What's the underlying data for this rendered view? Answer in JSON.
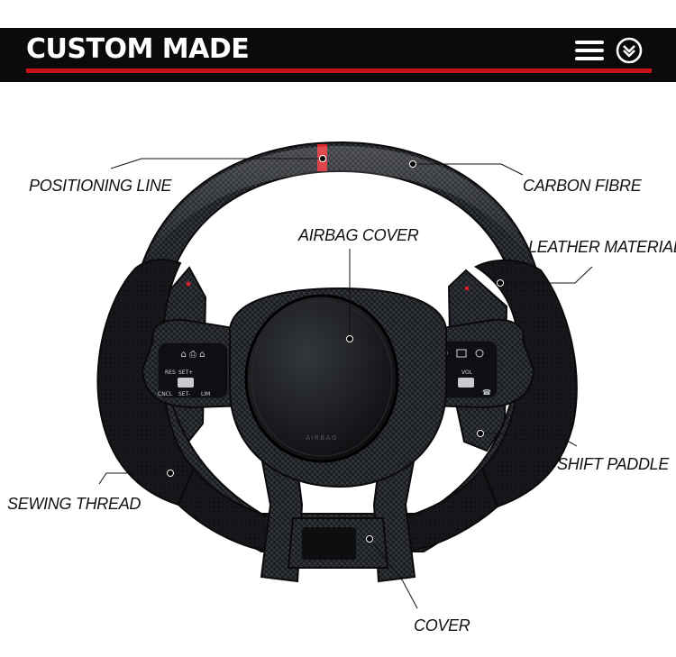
{
  "header": {
    "title": "CUSTOM MADE",
    "accent_color": "#c8101a",
    "icons": [
      "menu-icon",
      "chevron-down-circle-icon"
    ]
  },
  "labels": {
    "positioning_line": "POSITIONING  LINE",
    "carbon_fibre": "CARBON FIBRE",
    "airbag_cover": "AIRBAG COVER",
    "leather_material": "LEATHER MATERIAL",
    "shift_paddle": "SHIFT PADDLE",
    "sewing_thread": "SEWING THREAD",
    "cover": "COVER"
  },
  "buttons": {
    "left_top_row": "⌂ ⎙ ⌂",
    "left_res": "RES",
    "left_set_plus": "SET+",
    "left_cncl": "CNCL",
    "left_set_minus": "SET-",
    "left_lim": "LIM",
    "right_vol": "VOL",
    "airbag_text": "AIRBAG"
  }
}
